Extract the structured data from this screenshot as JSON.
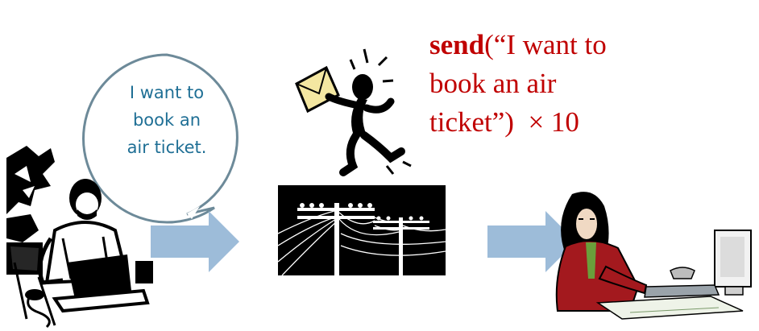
{
  "bubble": {
    "lines": [
      "I want to",
      "book an",
      "air ticket."
    ]
  },
  "annotation": {
    "keyword": "send",
    "args_line1": "(“I want to",
    "line2": "book an air",
    "line3_text": "ticket”)",
    "line3_times": "× 10"
  },
  "colors": {
    "bubble_text": "#1f6f95",
    "bubble_border": "#6d8a99",
    "annotation": "#c00000",
    "arrow": "#9dbcd9"
  },
  "icons": {
    "sender": "man-at-laptop-icon",
    "messenger": "running-messenger-with-envelope-icon",
    "network": "telephone-poles-icon",
    "receiver": "woman-at-computer-icon"
  }
}
